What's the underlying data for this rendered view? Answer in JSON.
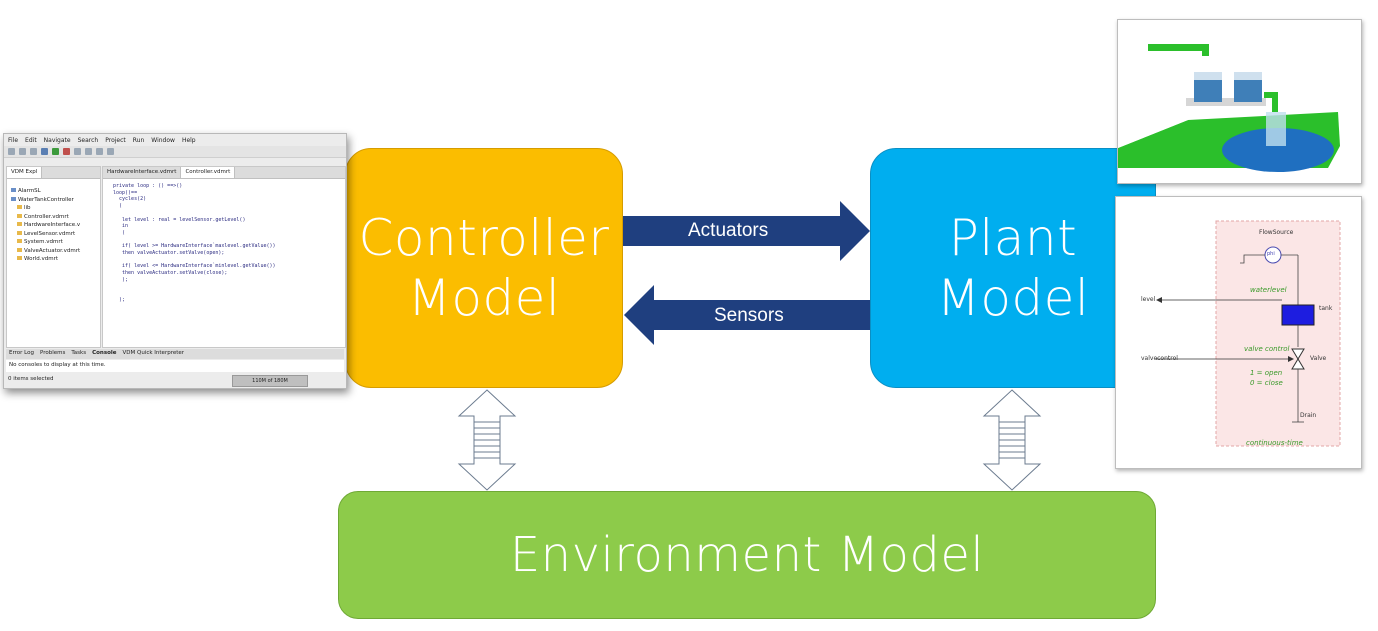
{
  "controller": {
    "line1": "Controller",
    "line2": "Model",
    "color": "#FBBD00"
  },
  "plant": {
    "line1": "Plant",
    "line2": "Model",
    "color": "#00AEEF"
  },
  "environment": {
    "label": "Environment Model",
    "color": "#8DCB4A"
  },
  "arrows": {
    "actuators": "Actuators",
    "sensors": "Sensors",
    "color": "#1F3F7F"
  },
  "eclipse": {
    "menu": [
      "File",
      "Edit",
      "Navigate",
      "Search",
      "Project",
      "Run",
      "Window",
      "Help"
    ],
    "explorer_tab": "VDM Expl",
    "tree": [
      "AlarmSL",
      "WaterTankController",
      "lib",
      "Controller.vdmrt",
      "HardwareInterface.v",
      "LevelSensor.vdmrt",
      "System.vdmrt",
      "ValveActuator.vdmrt",
      "World.vdmrt"
    ],
    "editor_tabs": [
      "HardwareInterface.vdmrt",
      "Controller.vdmrt"
    ],
    "code": "private loop : () ==>()\nloop()==\n  cycles(2)\n  (\n\n   let level : real = levelSensor.getLevel()\n   in\n   (\n\n   if( level >= HardwareInterface`maxlevel.getValue())\n   then valveActuator.setValve(open);\n\n   if( level <= HardwareInterface`minlevel.getValue())\n   then valveActuator.setValve(close);\n   );\n\n\n  );",
    "bottom_tabs": [
      "Error Log",
      "Problems",
      "Tasks",
      "Console",
      "VDM Quick Interpreter"
    ],
    "console_text": "No consoles to display at this time.",
    "status": "0 items selected",
    "memory": "110M of 180M"
  },
  "schematic": {
    "flow_source": "FlowSource",
    "source_symbol": "phi",
    "waterlevel": "waterlevel",
    "tank": "tank",
    "level": "level",
    "valve_control": "valve control",
    "valvecontrol": "valvecontrol",
    "valve": "Valve",
    "open_text": "1 = open",
    "close_text": "0 = close",
    "drain": "Drain",
    "continuous": "continuous-time"
  }
}
